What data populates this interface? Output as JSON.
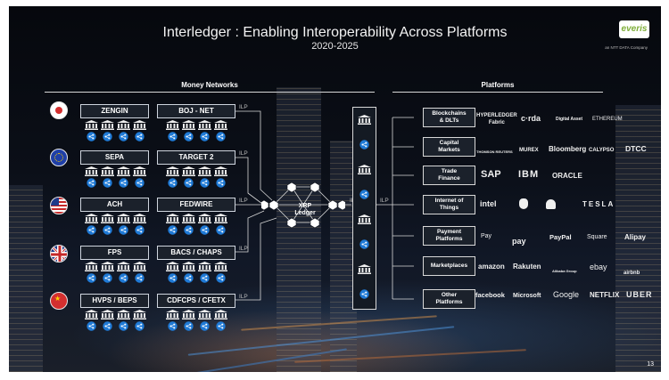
{
  "slide": {
    "title": "Interledger :  Enabling Interoperability Across Platforms",
    "subtitle": "2020-2025",
    "page_number": "13",
    "logo": {
      "name": "everis",
      "tagline": "an NTT DATA Company"
    }
  },
  "money_networks": {
    "heading": "Money Networks",
    "rows": [
      {
        "flag": "japan-flag-icon",
        "left_network": "ZENGIN",
        "right_network": "BOJ - NET",
        "ilp": "ILP"
      },
      {
        "flag": "eu-flag-icon",
        "left_network": "SEPA",
        "right_network": "TARGET 2",
        "ilp": "ILP"
      },
      {
        "flag": "usa-flag-icon",
        "left_network": "ACH",
        "right_network": "FEDWIRE",
        "ilp": "ILP"
      },
      {
        "flag": "uk-flag-icon",
        "left_network": "FPS",
        "right_network": "BACS / CHAPS",
        "ilp": "ILP"
      },
      {
        "flag": "china-flag-icon",
        "left_network": "HVPS / BEPS",
        "right_network": "CDFCPS / CFETX",
        "ilp": "ILP"
      }
    ]
  },
  "center": {
    "ledger_label": "XRP\nLedger",
    "ilp_left": "ILP",
    "ilp_right": "ILP"
  },
  "platforms": {
    "heading": "Platforms",
    "categories": [
      {
        "label": "Blockchains\n& DLTs",
        "logos": [
          "HYPERLEDGER\nFabric",
          "c·rda",
          "Digital Asset",
          "ETHEREUM"
        ]
      },
      {
        "label": "Capital\nMarkets",
        "logos": [
          "THOMSON REUTERS",
          "MUREX",
          "Bloomberg",
          "CALYPSO",
          "DTCC"
        ]
      },
      {
        "label": "Trade\nFinance",
        "logos": [
          "SAP",
          "IBM",
          "ORACLE"
        ]
      },
      {
        "label": "Internet of\nThings",
        "logos": [
          "intel",
          "apple",
          "android",
          "TESLA"
        ]
      },
      {
        "label": "Payment\nPlatforms",
        "logos": [
          "Pay",
          "pay",
          "PayPal",
          "Square",
          "Alipay"
        ]
      },
      {
        "label": "Marketplaces",
        "logos": [
          "amazon",
          "Rakuten",
          "Alibaba Group",
          "ebay",
          "airbnb"
        ]
      },
      {
        "label": "Other\nPlatforms",
        "logos": [
          "facebook",
          "Microsoft",
          "Google",
          "NETFLIX",
          "UBER"
        ]
      }
    ]
  },
  "colors": {
    "accent_blue": "#1f7ad6",
    "line": "#d8d8d8",
    "box_border": "#cfd5de"
  }
}
